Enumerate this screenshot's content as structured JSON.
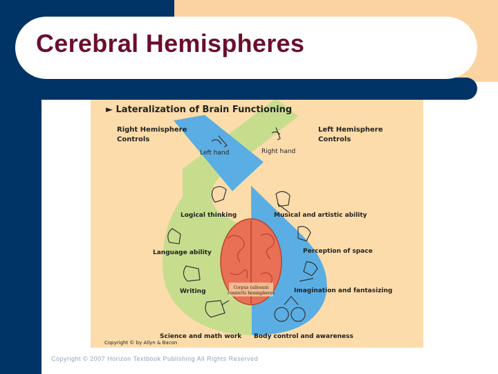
{
  "slide": {
    "title": "Cerebral Hemispheres",
    "footer_copyright": "Copyright © 2007 Horizon Textbook Publishing All Rights Reserved"
  },
  "figure": {
    "heading": "► Lateralization of Brain Functioning",
    "right_hemisphere_label": [
      "Right Hemisphere",
      "Controls"
    ],
    "left_hemisphere_label": [
      "Left Hemisphere",
      "Controls"
    ],
    "left_hand": "Left hand",
    "right_hand": "Right hand",
    "left_side_functions": [
      "Logical thinking",
      "Language ability",
      "Writing",
      "Science and math work"
    ],
    "right_side_functions": [
      "Musical and artistic ability",
      "Perception of space",
      "Imagination and fantasizing",
      "Body control and awareness"
    ],
    "corpus_callosum_note": [
      "Corpus callosum",
      "connects hemispheres"
    ],
    "image_credit": "Copyright © by Allyn & Bacon",
    "colors": {
      "green_side": "#c7dd8e",
      "blue_side": "#5aaee3",
      "brain": "#e96f55",
      "figure_bg": "#fcdcaa",
      "title": "#6b0f2b",
      "navy": "#003366"
    }
  }
}
